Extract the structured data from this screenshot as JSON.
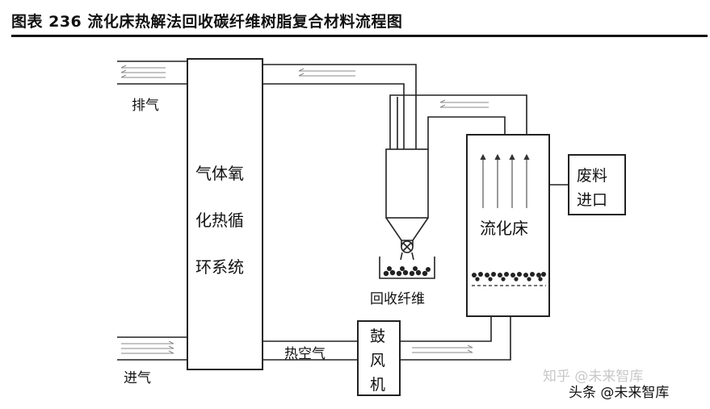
{
  "title": "图表 236 流化床热解法回收碳纤维树脂复合材料流程图",
  "labels": {
    "exhaust": "排气",
    "intake": "进气",
    "heat_system": [
      "气体氧",
      "化热循",
      "环系统"
    ],
    "recovered_fiber": "回收纤维",
    "fluidized_bed": "流化床",
    "waste_inlet": [
      "废料",
      "进口"
    ],
    "hot_air": "热空气",
    "blower": [
      "鼓",
      "风",
      "机"
    ]
  },
  "watermark": {
    "line1": "知乎 @未来智库",
    "line2": "头条 @未来智库"
  }
}
